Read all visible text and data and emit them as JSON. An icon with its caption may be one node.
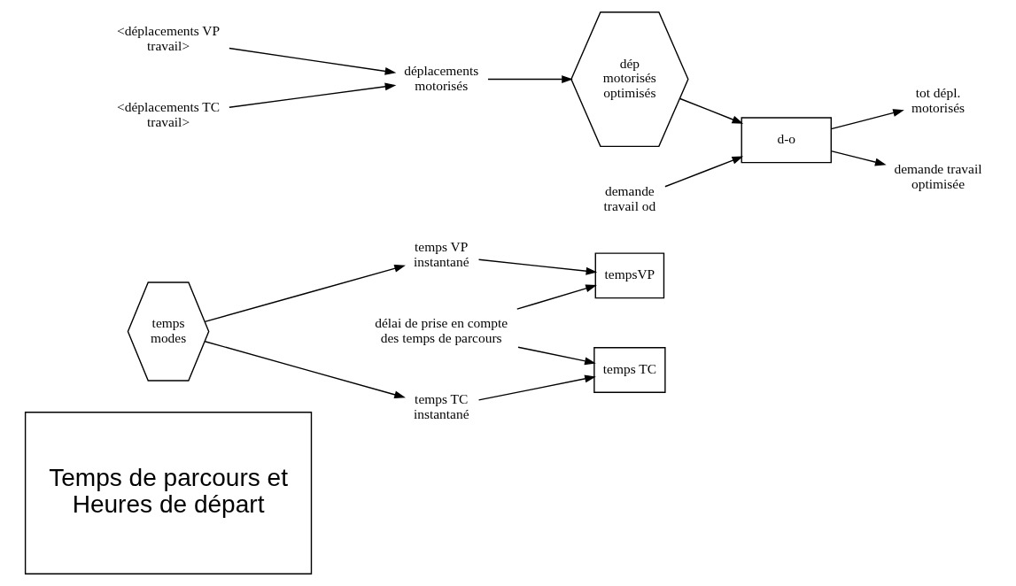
{
  "diagram": {
    "nodes": [
      {
        "text": [
          "Temps de parcours et Heures de départ"
        ]
      },
      {
        "text": [
          "temps modes"
        ]
      },
      {
        "text": [
          "temps VP instantané"
        ]
      },
      {
        "text": [
          "tempsVP"
        ]
      },
      {
        "text": [
          "délai de prise en compte des temps de parcours"
        ]
      },
      {
        "text": [
          "temps TC instantané"
        ]
      },
      {
        "text": [
          "temps TC"
        ]
      },
      {
        "text": [
          "<déplacements VP travail>"
        ]
      },
      {
        "text": [
          "<déplacements TC travail>"
        ]
      },
      {
        "text": [
          "déplacements motorisés"
        ]
      },
      {
        "text": [
          "dép motorisés optimisés"
        ]
      },
      {
        "text": [
          "d-o"
        ]
      },
      {
        "text": [
          "tot dépl. motorisés"
        ]
      },
      {
        "text": [
          "demande travail optimisée"
        ]
      },
      {
        "text": [
          "demande travail od"
        ]
      }
    ],
    "edges": [
      {
        "from": 1,
        "to": 2,
        "arrow": "to"
      },
      {
        "from": 1,
        "to": 5,
        "arrow": "to"
      },
      {
        "from": 2,
        "to": 3,
        "arrow": "to"
      },
      {
        "from": 4,
        "to": 3,
        "arrow": "to"
      },
      {
        "from": 4,
        "to": 6,
        "arrow": "to"
      },
      {
        "from": 5,
        "to": 6,
        "arrow": "to"
      },
      {
        "from": 7,
        "to": 9,
        "arrow": "to"
      },
      {
        "from": 8,
        "to": 9,
        "arrow": "to"
      },
      {
        "from": 9,
        "to": 10,
        "arrow": "to"
      },
      {
        "from": 10,
        "to": 11,
        "arrow": "to"
      },
      {
        "from": 11,
        "to": 12,
        "arrow": "to"
      },
      {
        "from": 11,
        "to": 13,
        "arrow": "to"
      },
      {
        "from": 14,
        "to": 11,
        "arrow": "to"
      }
    ]
  }
}
